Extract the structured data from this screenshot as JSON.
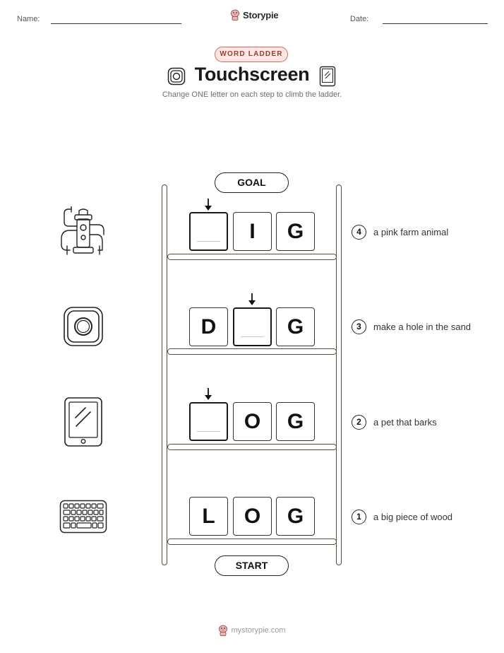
{
  "header": {
    "name_label": "Name:",
    "date_label": "Date:",
    "brand": "Storypie",
    "brand_icon": "piggy-mascot-icon"
  },
  "badge": "WORD LADDER",
  "title": "Touchscreen",
  "title_icons": [
    "touch-button-icon",
    "tablet-icon"
  ],
  "subtitle": "Change ONE letter on each step to climb the ladder.",
  "labels": {
    "goal": "GOAL",
    "start": "START"
  },
  "rungs": [
    {
      "number": "4",
      "clue": "a pink farm animal",
      "letters": [
        "",
        "I",
        "G"
      ],
      "blank_index": 0,
      "icon": "fire-hydrant-pipes-icon"
    },
    {
      "number": "3",
      "clue": "make a hole in the sand",
      "letters": [
        "D",
        "",
        "G"
      ],
      "blank_index": 1,
      "icon": "touch-button-icon"
    },
    {
      "number": "2",
      "clue": "a pet that barks",
      "letters": [
        "",
        "O",
        "G"
      ],
      "blank_index": 0,
      "icon": "tablet-icon"
    },
    {
      "number": "1",
      "clue": "a big piece of wood",
      "letters": [
        "L",
        "O",
        "G"
      ],
      "blank_index": null,
      "icon": "keyboard-icon"
    }
  ],
  "footer": "mystorypie.com",
  "colors": {
    "badge_border": "#e2675b",
    "badge_fill": "#fde8e4",
    "rail": "#5a4a3e"
  }
}
